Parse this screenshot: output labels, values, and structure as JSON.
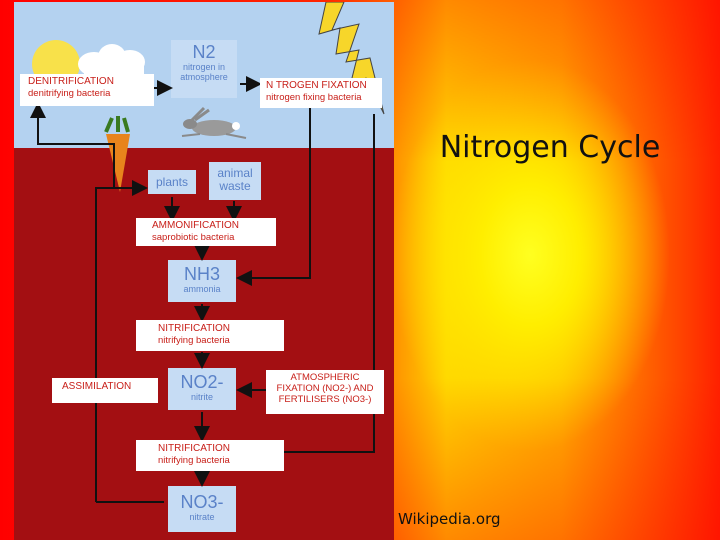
{
  "slide": {
    "title": "Nitrogen Cycle",
    "source": "Wikipedia.org"
  },
  "diagram": {
    "n2": {
      "formula": "N2",
      "name": "nitrogen in",
      "name2": "atmosphere"
    },
    "denitrification": {
      "title": "DENITRIFICATION",
      "sub": "denitrifying bacteria"
    },
    "fixation": {
      "title": "N TROGEN FIXATION",
      "sub": "nitrogen fixing bacteria"
    },
    "plants": "plants",
    "animal_waste": {
      "line1": "animal",
      "line2": "waste"
    },
    "ammonification": {
      "title": "AMMONIFICATION",
      "sub": "saprobiotic bacteria"
    },
    "nh3": {
      "formula": "NH3",
      "name": "ammonia"
    },
    "nitrification1": {
      "title": "NITRIFICATION",
      "sub": "nitrifying bacteria"
    },
    "assimilation": "ASSIMILATION",
    "no2": {
      "formula": "NO2-",
      "name": "nitrite"
    },
    "atmospheric": {
      "line1": "ATMOSPHERIC",
      "line2": "FIXATION (NO2-) AND",
      "line3": "FERTILISERS (NO3-)"
    },
    "nitrification2": {
      "title": "NITRIFICATION",
      "sub": "nitrifying bacteria"
    },
    "no3": {
      "formula": "NO3-",
      "name": "nitrate"
    }
  },
  "colors": {
    "sky": "#b4d2f0",
    "soil": "#a30f12",
    "box_blue": "#c6dcf4",
    "arrow": "#111111",
    "label_red": "#c8201a",
    "label_blue": "#5a82c8"
  }
}
